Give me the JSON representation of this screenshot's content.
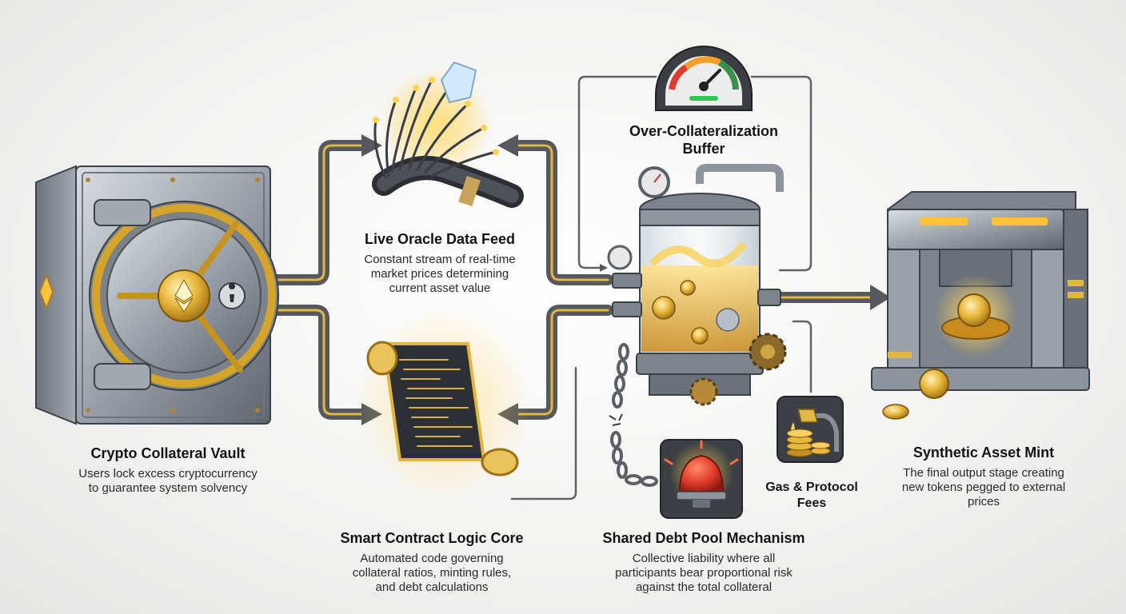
{
  "nodes": {
    "vault": {
      "title": "Crypto Collateral Vault",
      "desc": [
        "Users lock excess cryptocurrency",
        "to guarantee system solvency"
      ]
    },
    "oracle": {
      "title": "Live Oracle Data Feed",
      "desc": [
        "Constant stream of real-time",
        "market prices determining",
        "current asset value"
      ]
    },
    "contract": {
      "title": "Smart Contract Logic Core",
      "desc": [
        "Automated code governing",
        "collateral ratios, minting rules,",
        "and debt calculations"
      ]
    },
    "buffer": {
      "title": [
        "Over-Collateralization",
        "Buffer"
      ]
    },
    "pool": {
      "title": "Shared Debt Pool Mechanism",
      "desc": [
        "Collective liability where all",
        "participants bear proportional risk",
        "against the total collateral"
      ]
    },
    "fees": {
      "title": [
        "Gas & Protocol",
        "Fees"
      ]
    },
    "mint": {
      "title": "Synthetic Asset Mint",
      "desc": [
        "The final output stage creating",
        "new tokens pegged to external",
        "prices"
      ]
    }
  },
  "icons": [
    "vault-icon",
    "ethereum-icon",
    "fiber-optic-cable-icon",
    "crystal-icon",
    "code-scroll-icon",
    "gauge-icon",
    "reactor-tank-icon",
    "gear-icon",
    "chain-icon",
    "alarm-bell-icon",
    "fuel-pump-icon",
    "coin-stack-icon",
    "mint-press-icon",
    "coin-icon"
  ],
  "colors": {
    "pipe": "#55585c",
    "pipe_stripe": "#e0b744",
    "gold": "#e7b53a",
    "steel": "#8d949b",
    "alarm": "#e03a2a",
    "gauge_green": "#37c25a"
  }
}
